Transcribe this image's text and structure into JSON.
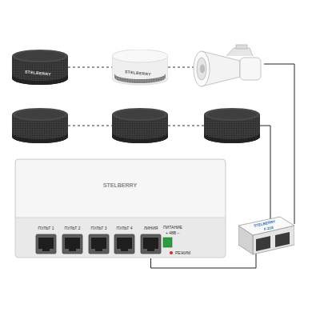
{
  "diagram": {
    "nodes": [
      {
        "text": [
          "STELBERRY",
          "ПУЛЬТ 1",
          "ПУЛЬТ 2",
          "ПУЛЬТ 3",
          "ПУЛЬТ 4",
          "ЛИНИЯ",
          "ПИТАНИЕ",
          "+ 48В –",
          "РЕЖИМ"
        ]
      },
      {
        "text": [
          "STELBERRY",
          "F-218"
        ]
      }
    ],
    "edges": [
      {
        "from": 0,
        "to": 1,
        "arrow": "none"
      }
    ],
    "labels": [
      "STELBERRY",
      "STELBERRY"
    ]
  }
}
